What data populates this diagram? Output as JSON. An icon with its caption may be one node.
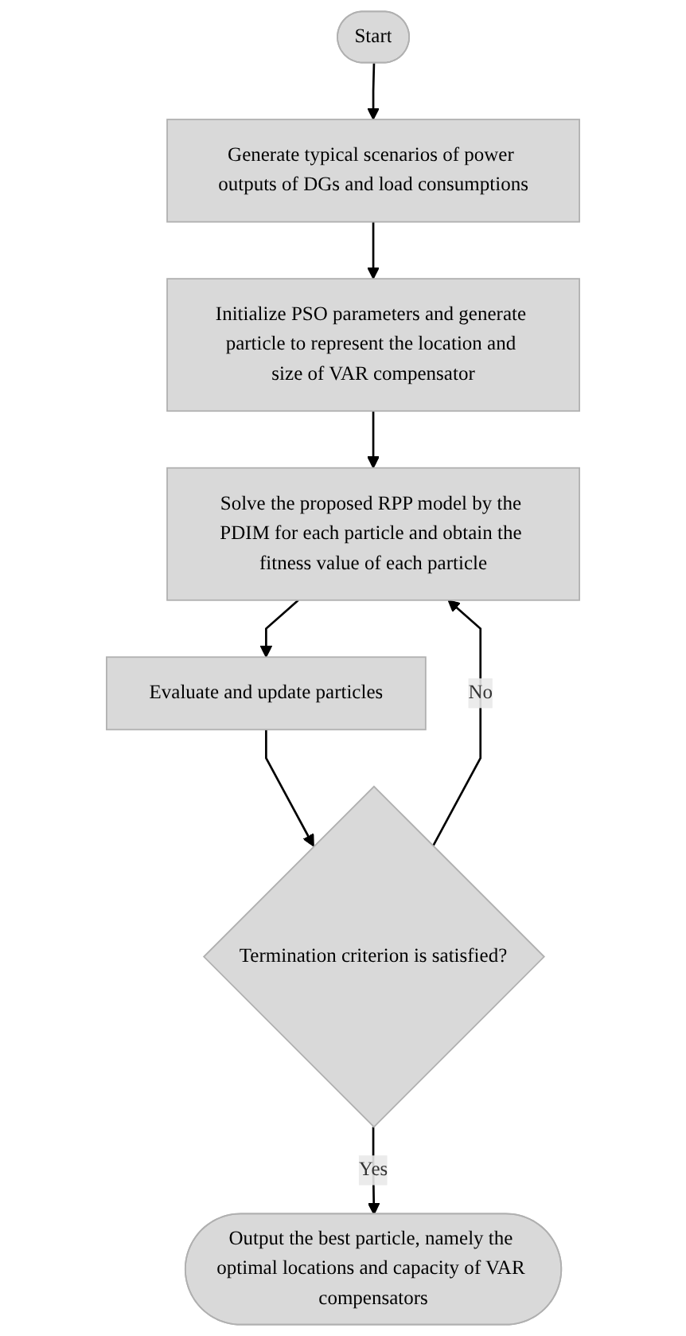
{
  "diagram": {
    "nodes": [
      {
        "text": [
          "Start"
        ]
      },
      {
        "text": [
          "Generate typical scenarios of power outputs of DGs and load consumptions"
        ]
      },
      {
        "text": [
          "Initialize PSO parameters and generate particle to represent the location and size of VAR compensator"
        ]
      },
      {
        "text": [
          "Solve the proposed RPP model by the PDIM for each particle and obtain the fitness value of each particle"
        ]
      },
      {
        "text": [
          "Evaluate and update particles"
        ]
      },
      {
        "text": [
          "Termination criterion is satisfied?"
        ]
      },
      {
        "text": [
          "Output the best particle, namely the optimal locations and capacity of VAR compensators"
        ]
      }
    ],
    "edges": [
      {
        "from": 0,
        "to": 1,
        "arrow": "to"
      },
      {
        "from": 1,
        "to": 2,
        "arrow": "to"
      },
      {
        "from": 2,
        "to": 3,
        "arrow": "to"
      },
      {
        "from": 3,
        "to": 4,
        "arrow": "to"
      },
      {
        "from": 4,
        "to": 5,
        "arrow": "to"
      },
      {
        "from": 5,
        "to": 3,
        "label": "No",
        "arrow": "to"
      },
      {
        "from": 5,
        "to": 6,
        "label": "Yes",
        "arrow": "to"
      }
    ]
  }
}
